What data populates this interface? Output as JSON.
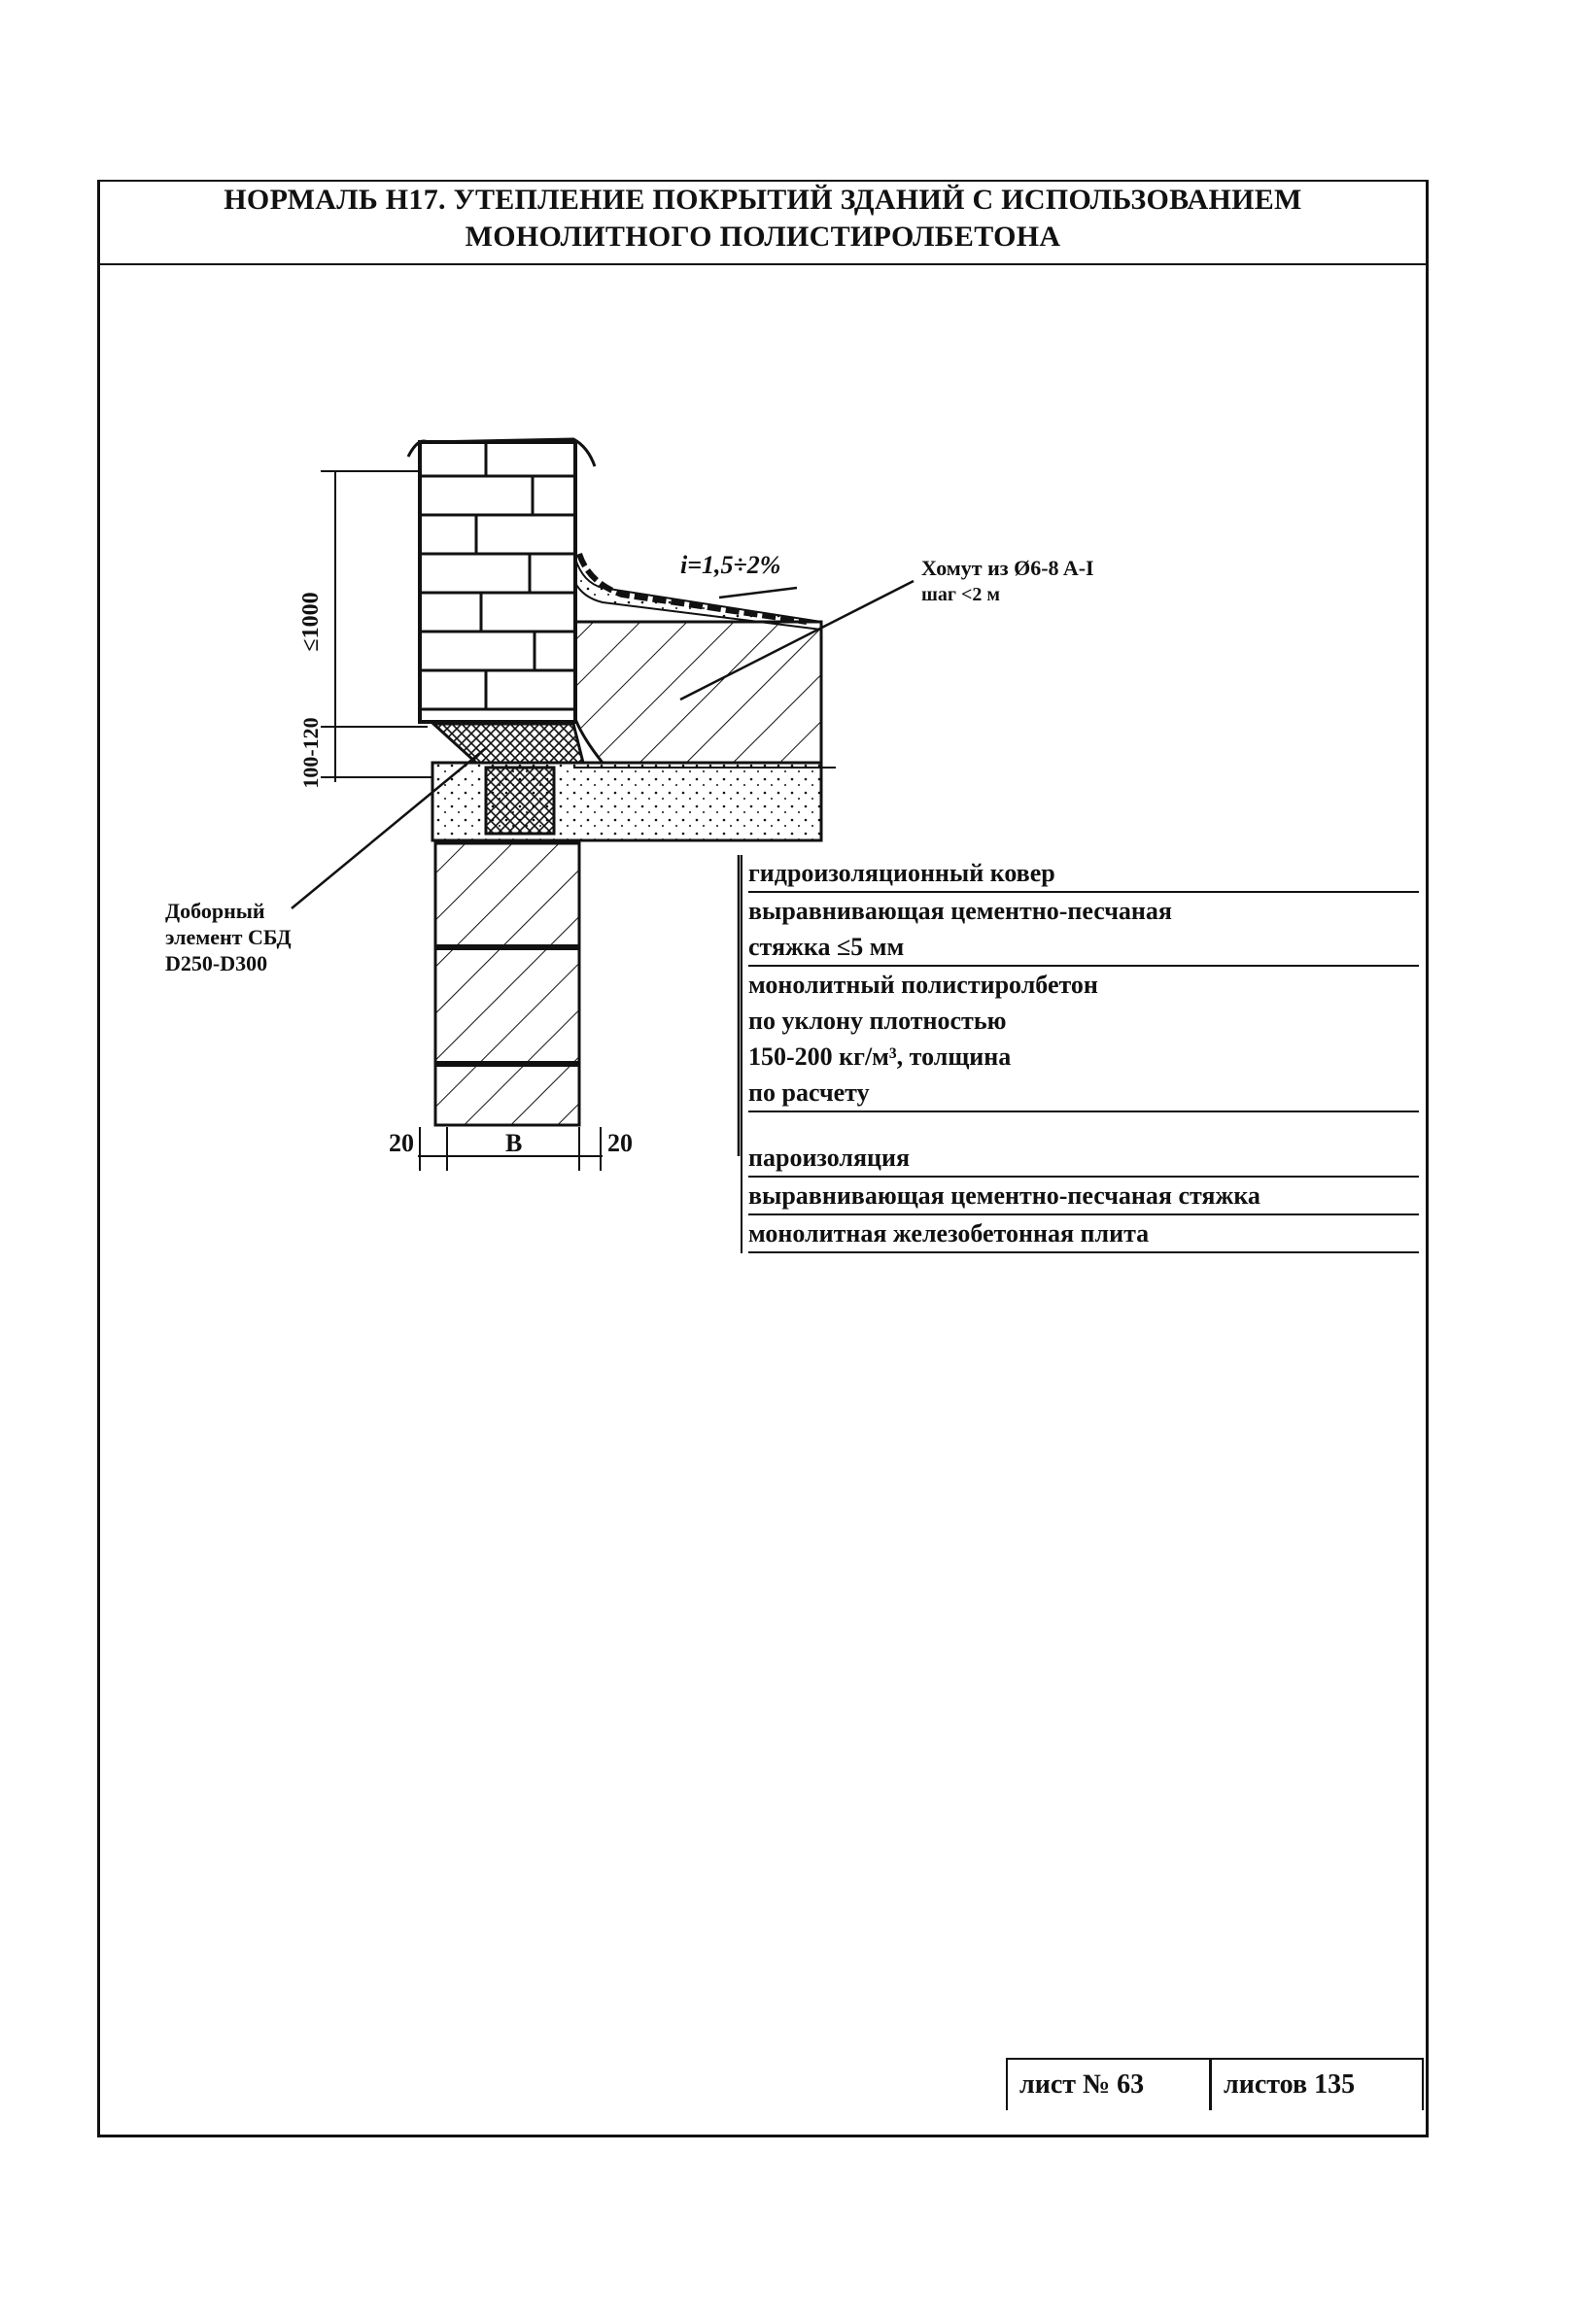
{
  "title": {
    "line1": "НОРМАЛЬ Н17. УТЕПЛЕНИЕ ПОКРЫТИЙ ЗДАНИЙ С ИСПОЛЬЗОВАНИЕМ",
    "line2": "МОНОЛИТНОГО ПОЛИСТИРОЛБЕТОНА"
  },
  "drawing": {
    "dim_parapet": "≤1000",
    "dim_gap": "100-120",
    "slope": "i=1,5÷2%",
    "clamp_line1": "Хомут из Ø6-8 A-I",
    "clamp_line2": "шаг <2 м",
    "element_line1": "Доборный",
    "element_line2": "элемент СБД",
    "element_line3": "D250-D300",
    "dim_left": "20",
    "dim_width": "B",
    "dim_right": "20"
  },
  "legend": {
    "layer1": "гидроизоляционный ковер",
    "layer2_line1": "выравнивающая цементно-песчаная",
    "layer2_line2": "стяжка ≤5 мм",
    "layer3_line1": "монолитный полистиролбетон",
    "layer3_line2": "по уклону плотностью",
    "layer3_line3": "150-200 кг/м³, толщина",
    "layer3_line4": "по расчету",
    "layer4": "пароизоляция",
    "layer5": "выравнивающая цементно-песчаная стяжка",
    "layer6": "монолитная железобетонная плита"
  },
  "stamp": {
    "sheet_label": "лист № 63",
    "sheets_total_label": "листов 135"
  }
}
